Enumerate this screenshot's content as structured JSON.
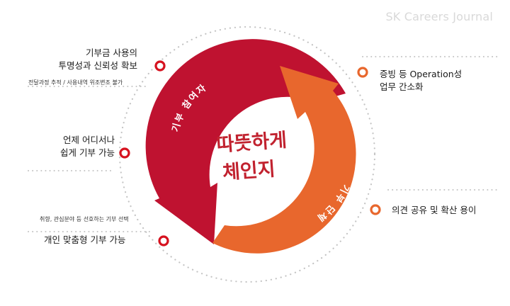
{
  "watermark": "SK Careers Journal",
  "center": {
    "line1": "따뜻하게",
    "line2": "체인지"
  },
  "arcs": {
    "donor_label": "기부 참여자",
    "organization_label": "기부 단체"
  },
  "left_items": [
    {
      "main": [
        "기부금 사용의",
        "투명성과 신뢰성 확보"
      ],
      "sub": "전달과정 추적 / 사용내역 위조변조 불가"
    },
    {
      "main": [
        "언제 어디서나",
        "쉽게 기부 가능"
      ],
      "sub": ""
    },
    {
      "main": [
        "개인 맞춤형 기부 가능"
      ],
      "sub": "취향, 관심분야 등 선호하는 기부 선택"
    }
  ],
  "right_items": [
    {
      "main": [
        "증빙 등 Operation성",
        "업무 간소화"
      ]
    },
    {
      "main": [
        "의견 공유 및 확산 용이"
      ]
    }
  ],
  "colors": {
    "red": "#bf1230",
    "orange": "#e8672d",
    "center_text": "#c1222f",
    "dot_ring": "#d6121f",
    "dots": "#b8b8b8"
  }
}
